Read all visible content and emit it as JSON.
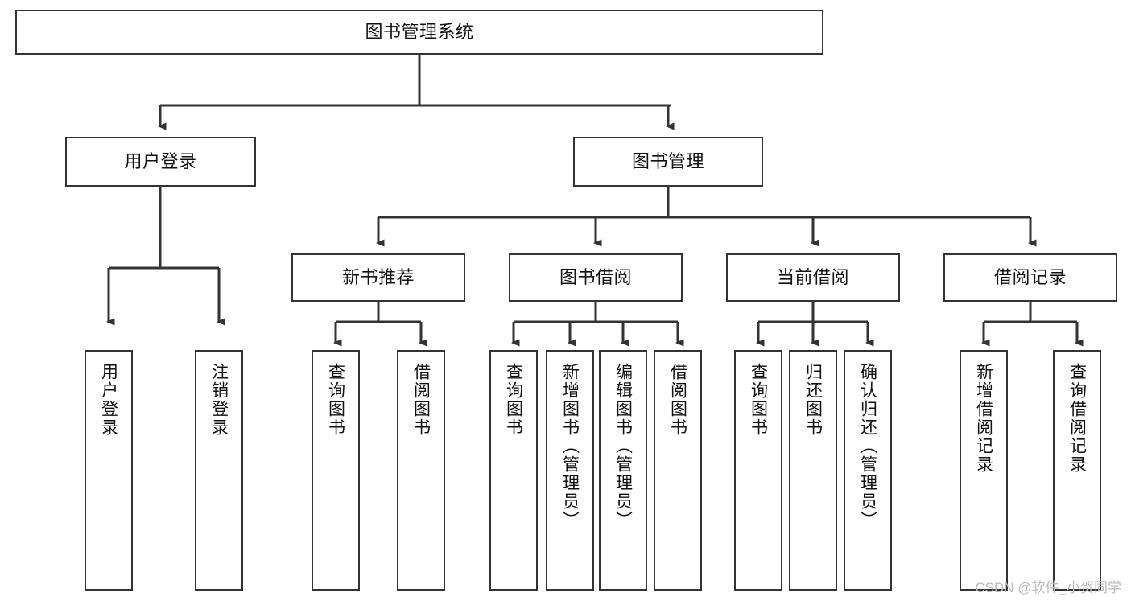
{
  "diagram": {
    "type": "tree-hierarchy",
    "title": "图书管理系统",
    "root": {
      "id": "root",
      "label": "图书管理系统"
    },
    "level2": [
      {
        "id": "user-login",
        "label": "用户登录"
      },
      {
        "id": "book-manage",
        "label": "图书管理"
      }
    ],
    "level3": [
      {
        "id": "new-book-recommend",
        "label": "新书推荐",
        "parent": "book-manage"
      },
      {
        "id": "book-borrow",
        "label": "图书借阅",
        "parent": "book-manage"
      },
      {
        "id": "current-borrow",
        "label": "当前借阅",
        "parent": "book-manage"
      },
      {
        "id": "borrow-record",
        "label": "借阅记录",
        "parent": "book-manage"
      }
    ],
    "leaves": {
      "user-login": [
        {
          "id": "leaf-user-login",
          "label": "用户登录"
        },
        {
          "id": "leaf-user-logout",
          "label": "注销登录"
        }
      ],
      "new-book-recommend": [
        {
          "id": "leaf-query-book-1",
          "label": "查询图书"
        },
        {
          "id": "leaf-borrow-book-1",
          "label": "借阅图书"
        }
      ],
      "book-borrow": [
        {
          "id": "leaf-query-book-2",
          "label": "查询图书"
        },
        {
          "id": "leaf-add-book",
          "label": "新增图书（管理员）"
        },
        {
          "id": "leaf-edit-book",
          "label": "编辑图书（管理员）"
        },
        {
          "id": "leaf-borrow-book-2",
          "label": "借阅图书"
        }
      ],
      "current-borrow": [
        {
          "id": "leaf-query-book-3",
          "label": "查询图书"
        },
        {
          "id": "leaf-return-book",
          "label": "归还图书"
        },
        {
          "id": "leaf-confirm-return",
          "label": "确认归还（管理员）"
        }
      ],
      "borrow-record": [
        {
          "id": "leaf-add-record",
          "label": "新增借阅记录"
        },
        {
          "id": "leaf-query-record",
          "label": "查询借阅记录"
        }
      ]
    },
    "colors": {
      "border": "#333333",
      "text": "#111111",
      "background": "#ffffff",
      "connector": "#333333",
      "watermark": "#b9b9b9"
    }
  },
  "watermark": {
    "text": "CSDN @软件_小贺同学"
  }
}
